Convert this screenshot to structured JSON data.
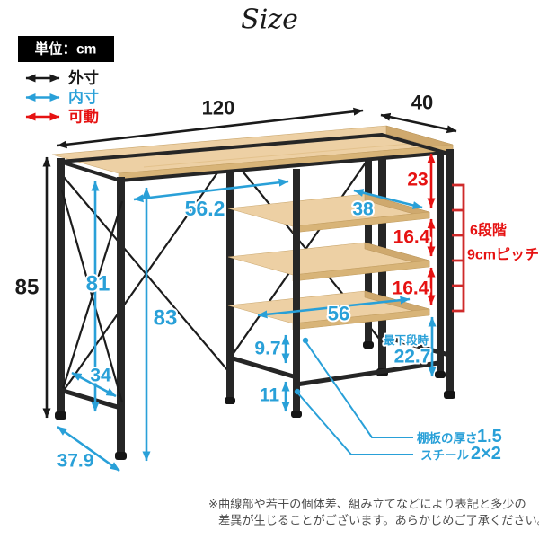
{
  "title": {
    "script": "Size"
  },
  "unit": {
    "label": "単位：cm"
  },
  "legend": {
    "outer": "外寸",
    "inner": "内寸",
    "movable": "可動"
  },
  "dims": {
    "width": "120",
    "depth": "40",
    "height": "85",
    "floor_depth": "37.9",
    "leg_depth": "34",
    "inner_width": "56.2",
    "inner_height_left": "81",
    "inner_height_right": "83",
    "shelf_depth": "38",
    "shelf_width": "56",
    "under_shelf": "9.7",
    "bottom_clear": "11",
    "lowest_label": "最下段時",
    "lowest_value": "22.7",
    "top_gap": "23",
    "gap1": "16.4",
    "gap2": "16.4",
    "steps_line1": "6段階",
    "steps_line2": "9cmピッチ"
  },
  "callouts": {
    "shelf_thickness_label": "棚板の厚さ",
    "shelf_thickness_value": "1.5",
    "steel_label": "スチール",
    "steel_value": "2×2"
  },
  "footnote": {
    "line1": "※曲線部や若干の個体差、組み立てなどにより表記と多少の",
    "line2": "差異が生じることがございます。あらかじめご了承ください。"
  },
  "colors": {
    "blue": "#29a0d8",
    "red": "#e61212",
    "bracket_red": "#cf2a2a",
    "black": "#1a1a1a",
    "wood": "#edd0a4",
    "wood_edge": "#d8b478",
    "frame": "#262626",
    "note_gray": "#4d4d4d"
  }
}
